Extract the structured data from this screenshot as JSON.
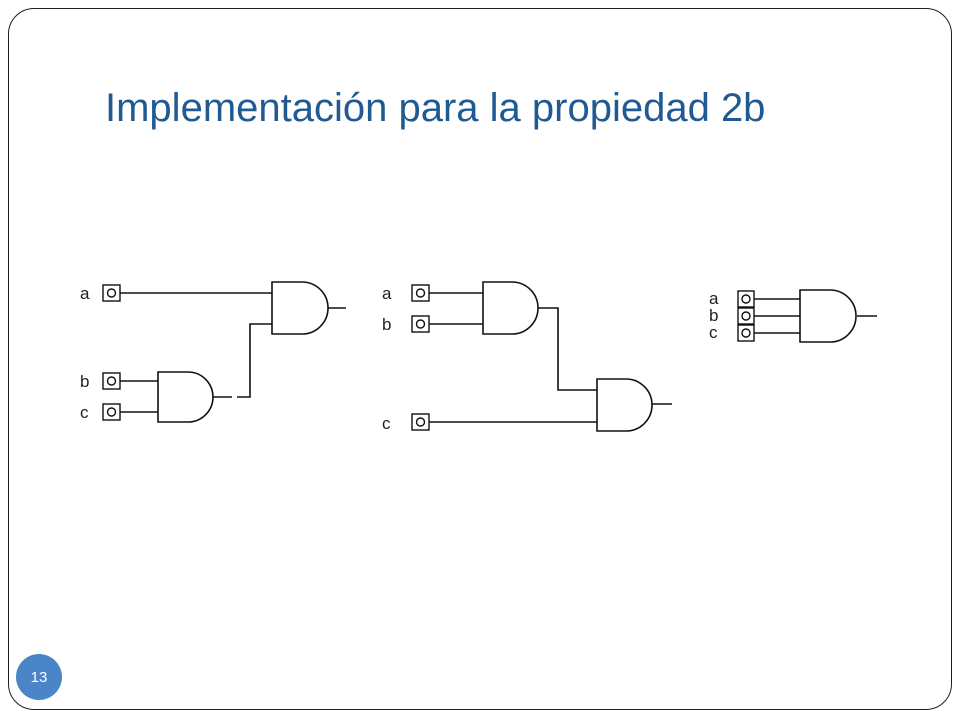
{
  "slide": {
    "title": "Implementación para la propiedad 2b",
    "page_number": "13",
    "accent_color": "#1f5a93",
    "badge_color": "#4a86c7"
  },
  "circuits": [
    {
      "id": "circuit-1",
      "inputs": [
        "a",
        "b",
        "c"
      ]
    },
    {
      "id": "circuit-2",
      "inputs": [
        "a",
        "b",
        "c"
      ]
    },
    {
      "id": "circuit-3",
      "inputs": [
        "a",
        "b",
        "c"
      ]
    }
  ]
}
